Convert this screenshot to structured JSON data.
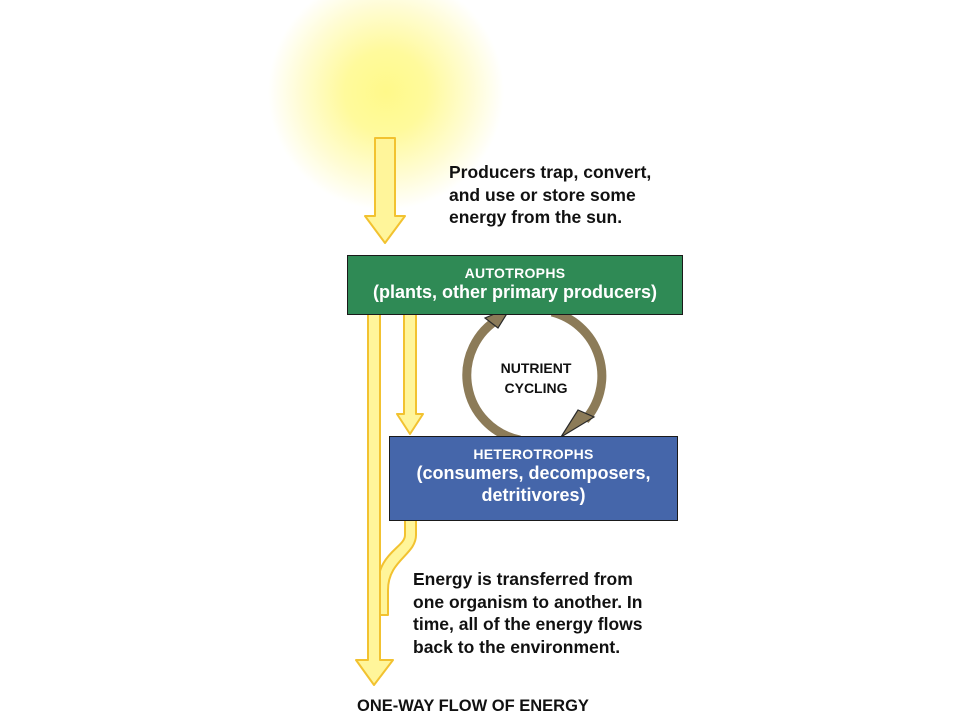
{
  "producers_caption": [
    "Producers trap, convert,",
    "and use or store some",
    "energy from the sun."
  ],
  "autotrophs": {
    "title": "AUTOTROPHS",
    "subtitle": "(plants, other primary producers)",
    "color": "#2f8a55"
  },
  "heterotrophs": {
    "title": "HETEROTROPHS",
    "subtitle_lines": [
      "(consumers, decomposers,",
      "detritivores)"
    ],
    "color": "#4566aa"
  },
  "cycle_label": [
    "NUTRIENT",
    "CYCLING"
  ],
  "transfer_caption": [
    "Energy is transferred from",
    "one organism to another. In",
    "time, all of the energy flows",
    "back to the environment."
  ],
  "footer_label": "ONE-WAY FLOW OF ENERGY",
  "colors": {
    "arrow_fill": "#fff59a",
    "arrow_stroke": "#f2c230",
    "cycle": "#8c7b58"
  }
}
